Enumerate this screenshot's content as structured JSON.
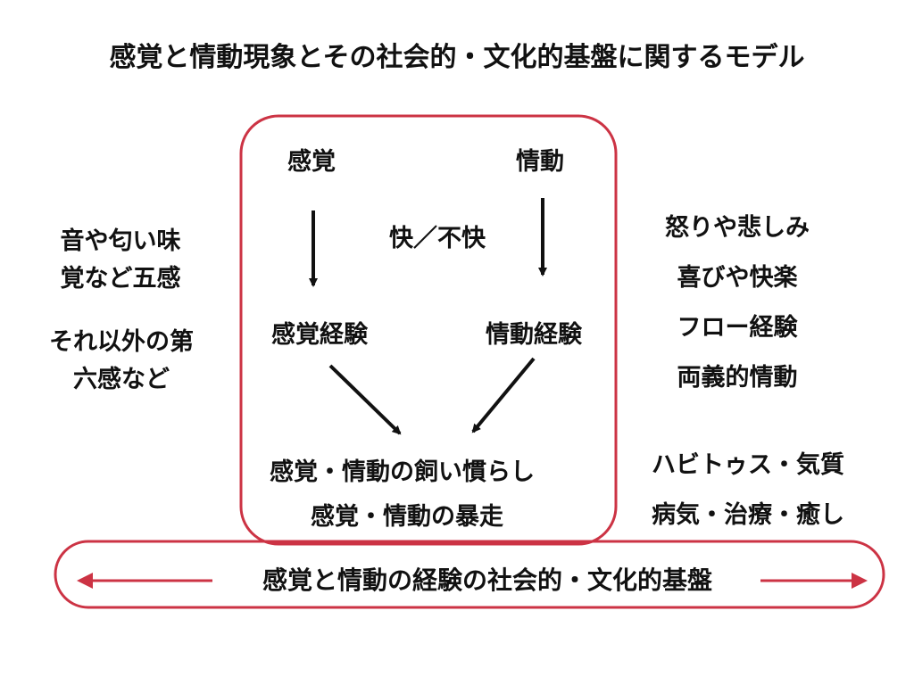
{
  "title": "感覚と情動現象とその社会的・文化的基盤に関するモデル",
  "box": {
    "sense": "感覚",
    "emotion": "情動",
    "pleasure": "快／不快",
    "sense_exp": "感覚経験",
    "emotion_exp": "情動経験",
    "result_1": "感覚・情動の飼い慣らし",
    "result_2": "感覚・情動の暴走"
  },
  "left": {
    "group1": [
      "音や匂い味",
      "覚など五感"
    ],
    "group2": [
      "それ以外の第",
      "六感など"
    ]
  },
  "right": {
    "emotions": [
      "怒りや悲しみ",
      "喜びや快楽",
      "フロー経験",
      "両義的情動"
    ],
    "habitus": [
      "ハビトゥス・気質",
      "病気・治療・癒し"
    ]
  },
  "base_label": "感覚と情動の経験の社会的・文化的基盤",
  "colors": {
    "accent": "#cc3344",
    "ink": "#111111"
  }
}
